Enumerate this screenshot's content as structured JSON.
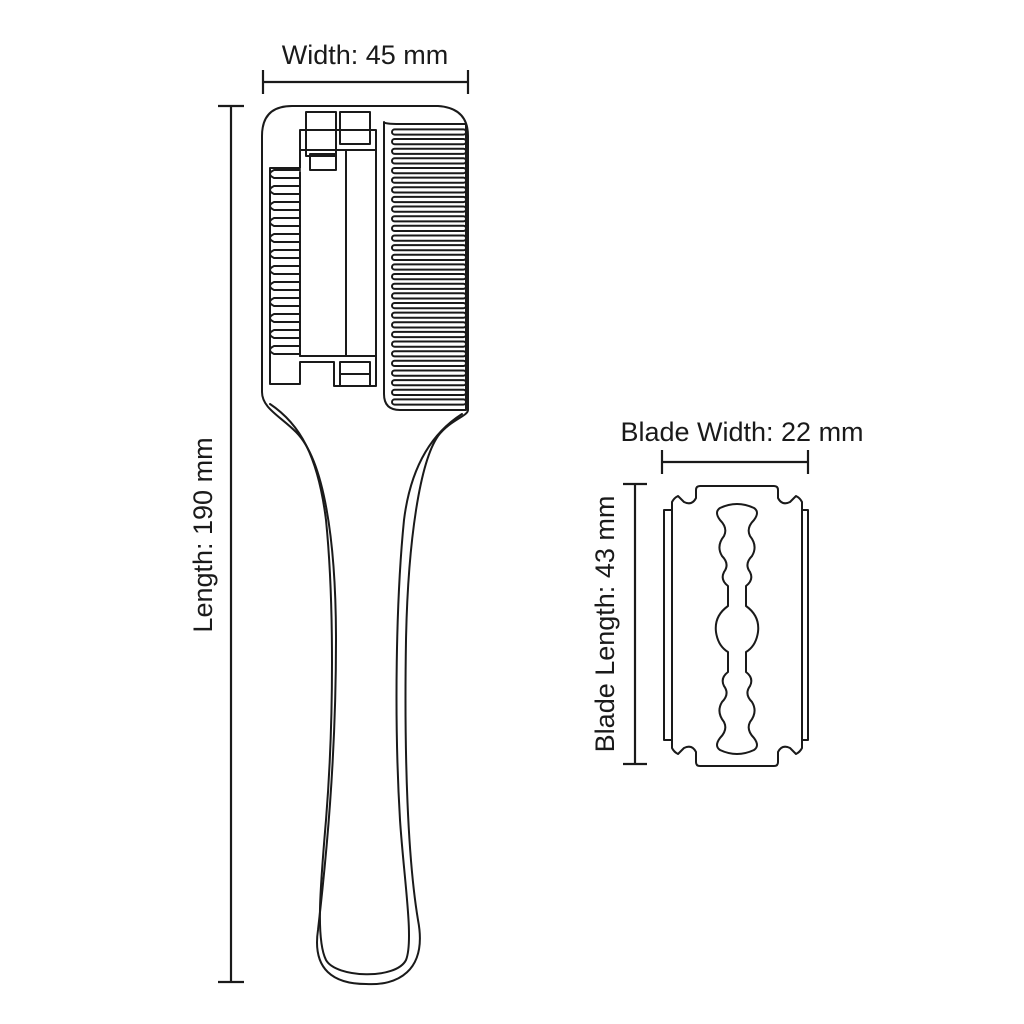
{
  "labels": {
    "width": "Width: 45 mm",
    "length": "Length: 190 mm",
    "blade_width": "Blade Width: 22 mm",
    "blade_length": "Blade Length: 43 mm"
  },
  "colors": {
    "line": "#1a1a1a",
    "background": "#ffffff"
  },
  "comb": {
    "tooth_count": 29
  },
  "guard": {
    "tooth_count": 12
  }
}
